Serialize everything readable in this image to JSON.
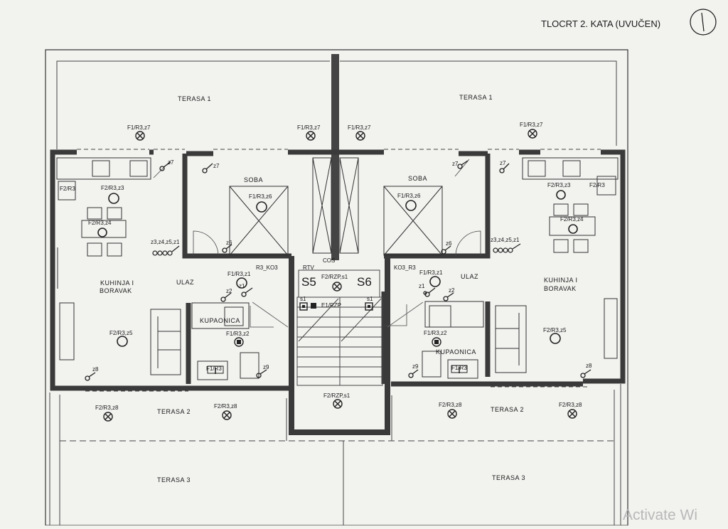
{
  "title": "TLOCRT 2. KATA (UVUČEN)",
  "north_symbol": "I",
  "watermark": "Activate Wi",
  "rooms": {
    "terasa1_left": "TERASA 1",
    "terasa1_right": "TERASA 1",
    "soba_left": "SOBA",
    "soba_right": "SOBA",
    "kuhinja_left_1": "KUHINJA I",
    "kuhinja_left_2": "BORAVAK",
    "kuhinja_right_1": "KUHINJA I",
    "kuhinja_right_2": "BORAVAK",
    "ulaz_left": "ULAZ",
    "ulaz_right": "ULAZ",
    "kupaonica_left": "KUPAONICA",
    "kupaonica_right": "KUPAONICA",
    "terasa2_left": "TERASA 2",
    "terasa2_right": "TERASA 2",
    "terasa3_left": "TERASA 3",
    "terasa3_right": "TERASA 3"
  },
  "stair_labels": {
    "s5": "S5",
    "s6": "S6"
  },
  "labels": {
    "t1_l1": "F1/R3,z7",
    "t1_l2": "F1/R3,z7",
    "t1_r1": "F1/R3,z7",
    "t1_r2": "F1/R3,z7",
    "sw_z7_l1": "z7",
    "sw_z7_l2": "z7",
    "sw_z7_r1": "z7",
    "sw_z7_r2": "z7",
    "f2r3_l": "F2/R3",
    "f2r3_r": "F2/R3",
    "f2r3z3_l": "F2/R3,z3",
    "f2r3z3_r": "F2/R3,z3",
    "f2r3z4_l": "F2/R3,z4",
    "f2r3z4_r": "F2/R3,z4",
    "f1r3z6_l": "F1/R3,z6",
    "f1r3z6_r": "F1/R3,z6",
    "z3z4_l": "z3,z4,z5,z1",
    "z3z4_r": "z3,z4,z5,z1",
    "z6_l": "z6",
    "z6_r": "z6",
    "r3ko3_l": "R3_KO3",
    "r3ko3_r": "KO3_R3",
    "rtv": "RTV",
    "cos": "COS",
    "f2rzp_s1_top": "F2/RZP,s1",
    "f1r3z1_l": "F1/R3,z1",
    "f1r3z1_r": "F1/R3,z1",
    "z2_l": "z2",
    "z1_l": "z1",
    "z1_r": "z1",
    "z2_r": "z2",
    "s1_l": "s1",
    "s1_r": "s1",
    "e1rzp": "E1/RZP",
    "f2r3z5_l": "F2/R3,z5",
    "f2r3z5_r": "F2/R3,z5",
    "f1r3z2_l": "F1/R3,z2",
    "f1r3z2_r": "F1/R3,z2",
    "f1r3_box_l": "F1/R3",
    "f1r3_box_r": "F1/R3",
    "z9_l": "z9",
    "z9_r": "z9",
    "z8_l": "z8",
    "z8_r": "z8",
    "f2r3z8_l1": "F2/R3,z8",
    "f2r3z8_l2": "F2/R3,z8",
    "f2r3z8_r1": "F2/R3,z8",
    "f2r3z8_r2": "F2/R3,z8",
    "f2rzp_s1_bot": "F2/RZP,s1"
  }
}
